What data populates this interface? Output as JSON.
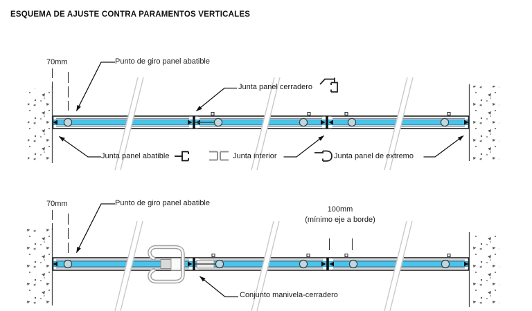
{
  "title": "ESQUEMA DE AJUSTE CONTRA PARAMENTOS VERTICALES",
  "colors": {
    "panel_core": "#49c3ea",
    "panel_core_edge": "#1a9bd2",
    "outline": "#1f1f1f",
    "profile_gray": "#8d8d8d",
    "concrete_speckle": "#3d3d3d",
    "break_line": "#c9c9c9",
    "background": "#ffffff"
  },
  "top_diagram": {
    "dim_wall_to_pivot": "70mm",
    "label_pivot": "Punto de giro panel abatible",
    "label_joint_closer": "Junta panel cerradero",
    "label_joint_hinged": "Junta panel abatible",
    "label_joint_inner": "Junta interior",
    "label_joint_end": "Junta panel de extremo"
  },
  "bottom_diagram": {
    "dim_wall_to_pivot": "70mm",
    "label_pivot": "Punto de giro panel abatible",
    "dim_axis_to_edge": "100mm",
    "dim_axis_to_edge_note": "(mínimo eje a borde)",
    "label_handle_assembly": "Conjunto manivela-cerradero"
  },
  "icons": {
    "closer_profile": "cerradero-profile-icon",
    "hinged_profile": "abatible-profile-icon",
    "inner_profile": "interior-profile-icon",
    "end_profile": "extremo-profile-icon"
  }
}
